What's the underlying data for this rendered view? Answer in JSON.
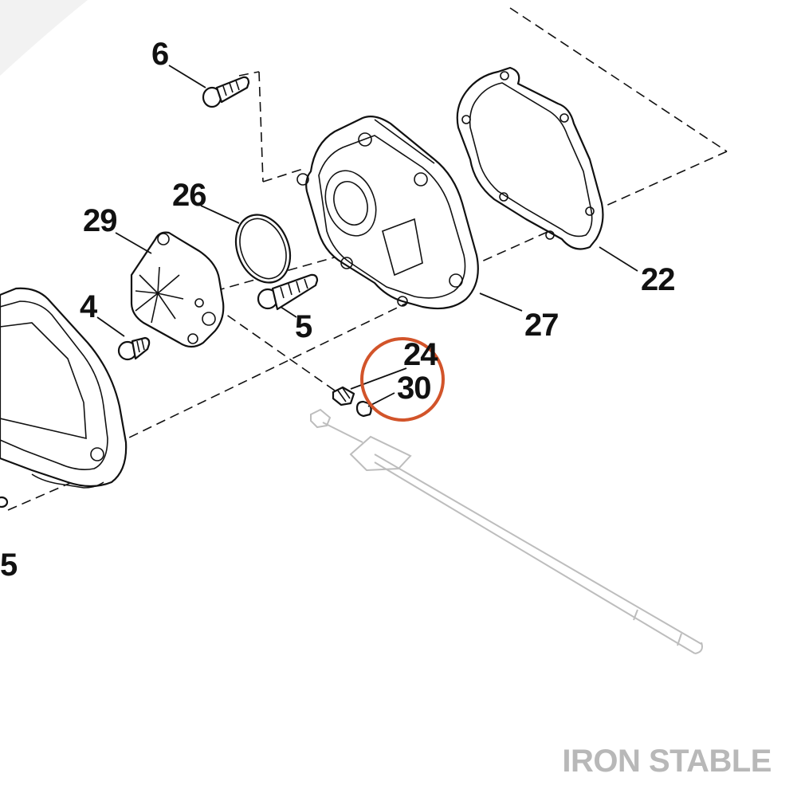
{
  "diagram": {
    "callouts": [
      {
        "id": "c6",
        "label": "6"
      },
      {
        "id": "c26",
        "label": "26"
      },
      {
        "id": "c29",
        "label": "29"
      },
      {
        "id": "c22",
        "label": "22"
      },
      {
        "id": "c4",
        "label": "4"
      },
      {
        "id": "c5a",
        "label": "5"
      },
      {
        "id": "c27",
        "label": "27"
      },
      {
        "id": "c24",
        "label": "24"
      },
      {
        "id": "c30",
        "label": "30"
      },
      {
        "id": "c5b",
        "label": "5"
      }
    ],
    "highlight_color": "#d2542a",
    "watermark": "IRON STABLE"
  }
}
